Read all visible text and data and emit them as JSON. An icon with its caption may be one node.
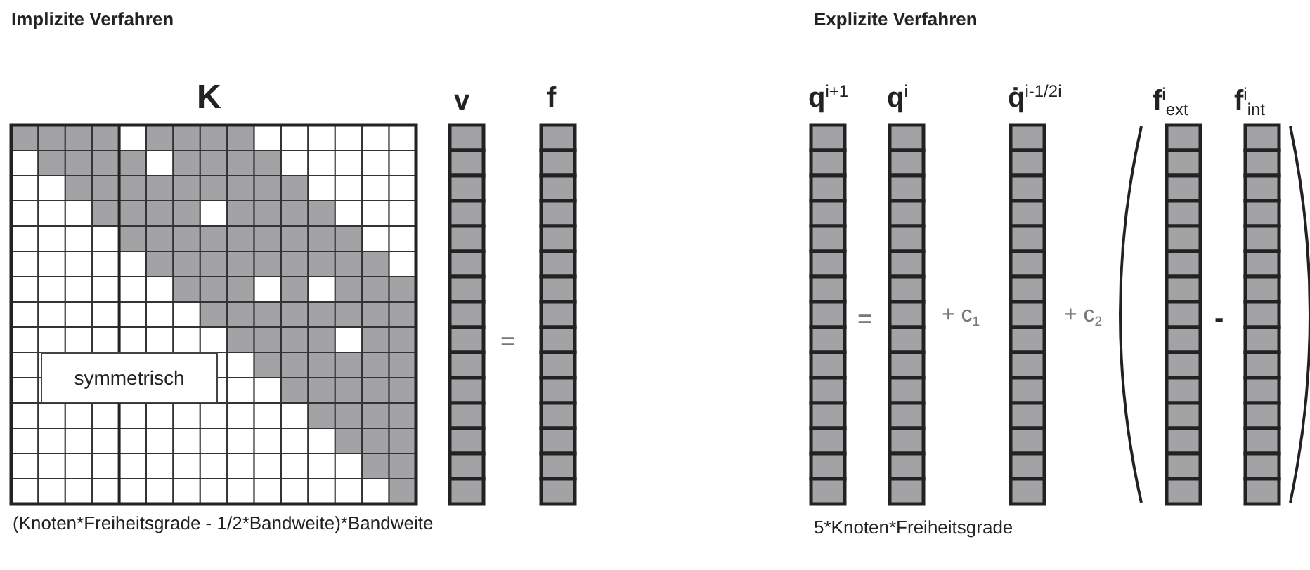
{
  "diagram": {
    "nodes": [
      {
        "text": [
          "symmetrisch"
        ]
      }
    ],
    "edges": [],
    "labels": [
      "Implizite Verfahren",
      "Explizite Verfahren",
      "K",
      "v",
      "f",
      "q$^{i+1}$",
      "q$^{i}$",
      "q̇$^{i-1/2i}$",
      "f$^{i}$$_{ext}$",
      "f$^{i}$$_{int}$",
      "=",
      "=",
      "+ c$_{1}$",
      "+ c$_{2}$",
      "-",
      "(Knoten*Freiheitsgrade - 1/2*Bandweite)*Bandweite",
      "5*Knoten*Freiheitsgrade"
    ]
  }
}
